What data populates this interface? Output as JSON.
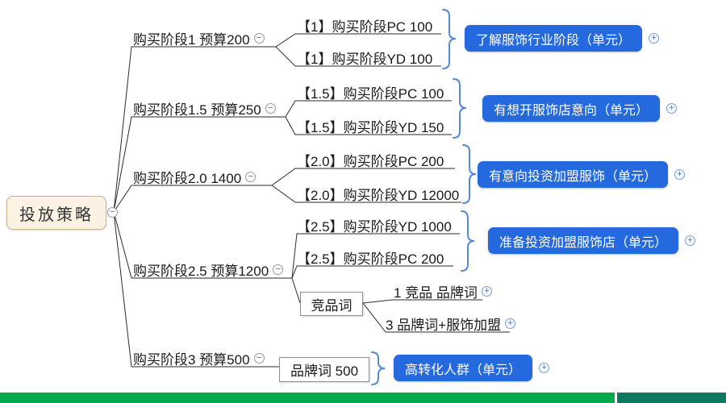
{
  "colors": {
    "unit_blue": "#2569DE",
    "brace_blue": "#5488D8",
    "line_black": "#2B2B2B",
    "bar_green": "#00AB4E",
    "bar_teal": "#0B7A60"
  },
  "icons": {
    "collapse": "−",
    "expand": "+"
  },
  "map": {
    "root": "投放策略",
    "branch1": {
      "label": "购买阶段1 预算200",
      "pc": "【1】购买阶段PC 100",
      "yd": "【1】购买阶段YD 100",
      "unit": "了解服饰行业阶段（单元）"
    },
    "branch2": {
      "label": "购买阶段1.5 预算250",
      "pc": "【1.5】购买阶段PC 100",
      "yd": "【1.5】购买阶段YD 150",
      "unit": "有想开服饰店意向（单元）"
    },
    "branch3": {
      "label": "购买阶段2.0 1400",
      "pc": "【2.0】购买阶段PC 200",
      "yd": "【2.0】购买阶段YD 12000",
      "unit": "有意向投资加盟服饰（单元）"
    },
    "branch4": {
      "label": "购买阶段2.5 预算1200",
      "yd": "【2.5】购买阶段YD 1000",
      "pc": "【2.5】购买阶段PC 200",
      "unit": "准备投资加盟服饰店（单元）",
      "competitor": "竞品词",
      "competitor_child1": "1 竞品 品牌词",
      "competitor_child2": "3 品牌词+服饰加盟"
    },
    "branch5": {
      "label": "购买阶段3 预算500",
      "keyword": "品牌词 500",
      "unit": "高转化人群（单元）"
    }
  }
}
